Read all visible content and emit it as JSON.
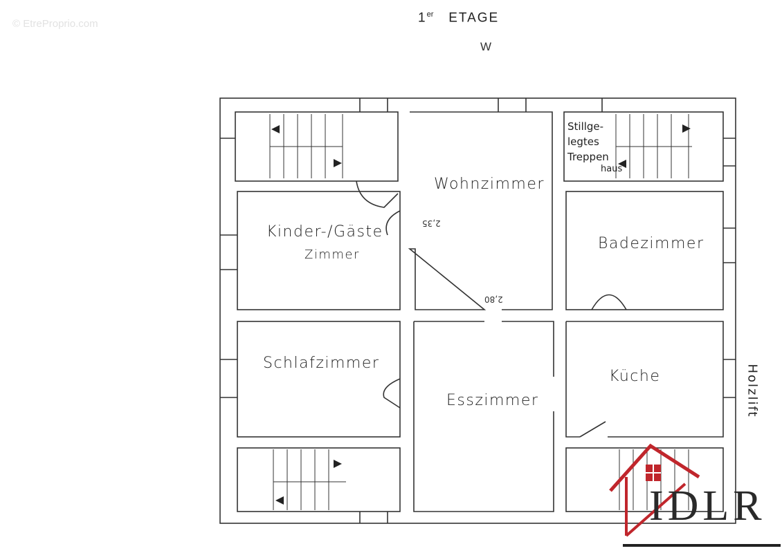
{
  "watermark": "© EtreProprio.com",
  "header": {
    "floor_number": "1",
    "floor_suffix": "er",
    "floor_label": "ETAGE",
    "orientation": "W"
  },
  "rooms": {
    "wohnzimmer": "Wohnzimmer",
    "kinder_line1": "Kinder-/Gäste",
    "kinder_line2": "Zimmer",
    "badezimmer": "Badezimmer",
    "schlafzimmer": "Schlafzimmer",
    "esszimmer": "Esszimmer",
    "kueche": "Küche",
    "stair_line1": "Stillge-",
    "stair_line2": "legtes",
    "stair_line3": "Treppen",
    "stair_line4": "haus",
    "holzlift": "Holzlift"
  },
  "measurements": {
    "m1": "2,35",
    "m2": "2,80"
  },
  "logo": {
    "text": "IDLR",
    "color_red": "#c0262c",
    "color_dark": "#2a2a2a"
  }
}
